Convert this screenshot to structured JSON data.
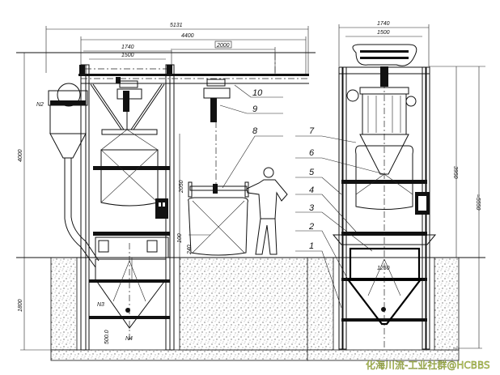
{
  "dimensions": {
    "overall_width": "5131",
    "rail_span": "4400",
    "frame_width": "1740",
    "inner_width": "1500",
    "hoist_travel": "2000",
    "height_above_ground": "4000",
    "pit_depth": "1800",
    "hopper_clearance": "500.0",
    "bag_height": "2050",
    "bag_gap": "100",
    "bag_base": "240",
    "side_height": "3950",
    "side_total_height": "≈5550",
    "side_frame_width": "1740",
    "side_inner_width": "1500",
    "hopper_opening": "1250"
  },
  "nozzles": [
    "N2",
    "N3",
    "N4"
  ],
  "callouts": [
    "1",
    "2",
    "3",
    "4",
    "5",
    "6",
    "7",
    "8",
    "9",
    "10"
  ],
  "watermark": "化海川流-工业社群@HCBBS"
}
